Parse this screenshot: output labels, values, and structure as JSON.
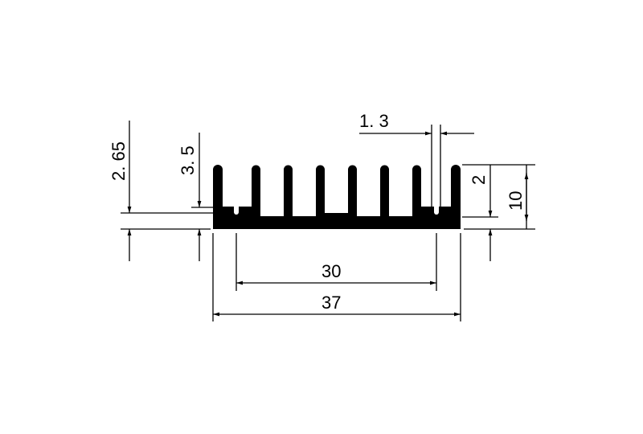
{
  "drawing": {
    "colors": {
      "profile": "#000000",
      "background": "#ffffff"
    },
    "dimensions": {
      "base_thickness": "2. 65",
      "pocket_depth": "3. 5",
      "slot_width": "1. 3",
      "fin_offset": "2",
      "total_height": "10",
      "inner_width": "30",
      "total_width": "37"
    }
  }
}
